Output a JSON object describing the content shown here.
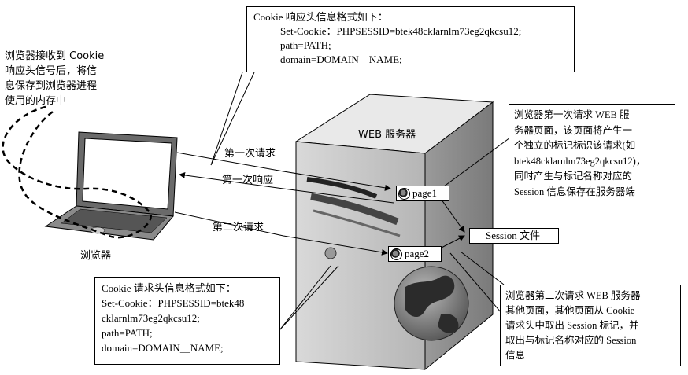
{
  "response_box": {
    "title": "Cookie 响应头信息格式如下：",
    "lines": [
      "Set-Cookie：PHPSESSID=btek48cklarnlm73eg2qkcsu12;",
      "path=PATH;",
      "domain=DOMAIN＿NAME;"
    ]
  },
  "browser_note": {
    "lines": [
      "浏览器接收到 Cookie",
      "响应头信号后，将信",
      "息保存到浏览器进程",
      "使用的内存中"
    ]
  },
  "browser_label": "浏览器",
  "server_label": "WEB 服务器",
  "arrows": {
    "first_request": "第一次请求",
    "first_response": "第一次响应",
    "second_request": "第二次请求"
  },
  "pages": {
    "page1": "page1",
    "page2": "page2"
  },
  "session_file": "Session 文件",
  "first_visit_box": {
    "lines": [
      "浏览器第一次请求 WEB 服",
      "务器页面，该页面将产生一",
      "个独立的标记标识该请求(如",
      "btek48cklarnlm73eg2qkcsu12)，",
      "同时产生与标记名称对应的",
      "Session 信息保存在服务器端"
    ]
  },
  "request_box": {
    "title": "Cookie 请求头信息格式如下：",
    "lines": [
      "Set-Cookie：PHPSESSID=btek48",
      "cklarnlm73eg2qkcsu12;",
      "path=PATH;",
      "domain=DOMAIN＿NAME;"
    ]
  },
  "second_visit_box": {
    "lines": [
      "浏览器第二次请求 WEB 服务器",
      "其他页面，其他页面从 Cookie",
      "请求头中取出 Session 标记，并",
      "取出与标记名称对应的 Session",
      "信息"
    ]
  }
}
